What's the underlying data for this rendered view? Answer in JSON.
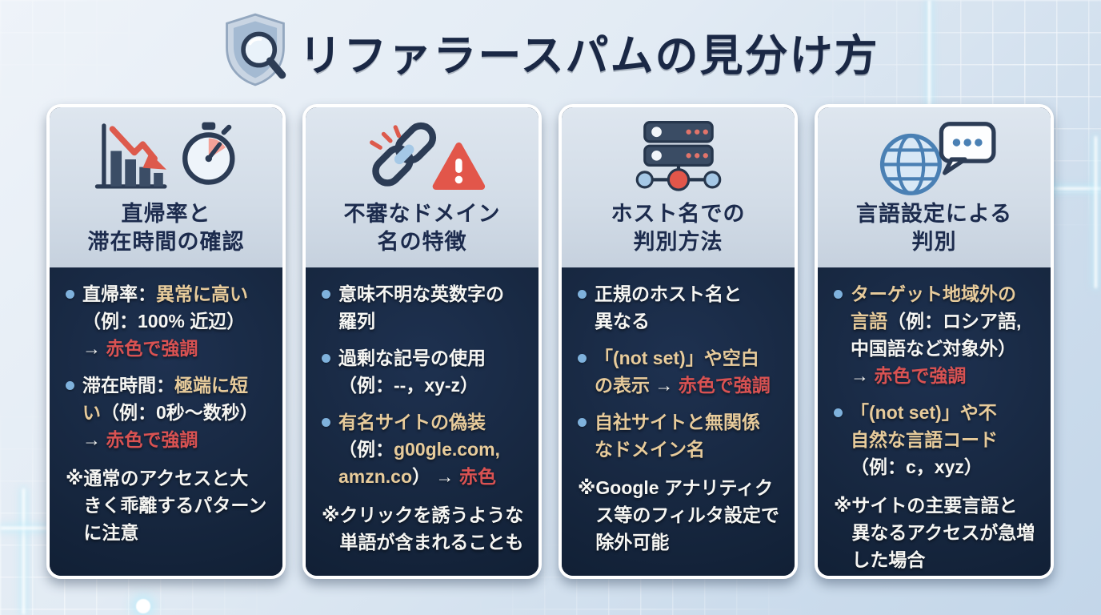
{
  "palette": {
    "page_bg_top": "#eef3f9",
    "page_bg_bottom": "#c3d6e9",
    "card_border": "#ffffff",
    "card_header_bg": "#d2dce7",
    "card_body_bg": "#16263e",
    "title_navy": "#1a2845",
    "text_white": "#f6f6f3",
    "text_gold": "#e7cb9b",
    "text_red": "#d95252",
    "bullet_dot_blue": "#7fb2dd",
    "icon_red": "#dd5a4c",
    "icon_navy": "#2c3c55",
    "icon_light_blue": "#a5c8e6"
  },
  "header": {
    "title": "リファラースパムの見分け方",
    "icon": "shield-magnifier-icon"
  },
  "cards": [
    {
      "id": "bounce-rate-and-duration",
      "icon": "declining-chart-stopwatch-icon",
      "title": "直帰率と\n滞在時間の確認",
      "bullets": [
        {
          "segments": [
            {
              "text": "直帰率：",
              "color": "white"
            },
            {
              "text": "異常に高い",
              "color": "gold"
            },
            {
              "text": "\n（例：100% 近辺）\n→ ",
              "color": "white"
            },
            {
              "text": "赤色で強調",
              "color": "red"
            }
          ]
        },
        {
          "segments": [
            {
              "text": "滞在時間：",
              "color": "white"
            },
            {
              "text": "極端に短\nい",
              "color": "gold"
            },
            {
              "text": "（例：0秒〜数秒）\n→ ",
              "color": "white"
            },
            {
              "text": "赤色で強調",
              "color": "red"
            }
          ]
        }
      ],
      "note": {
        "mark": "※",
        "text": "通常のアクセスと大\nきく乖離するパターン\nに注意"
      }
    },
    {
      "id": "suspicious-domain-names",
      "icon": "broken-link-warning-icon",
      "title": "不審なドメイン\n名の特徴",
      "bullets": [
        {
          "segments": [
            {
              "text": "意味不明な英数字の\n羅列",
              "color": "white"
            }
          ]
        },
        {
          "segments": [
            {
              "text": "過剰な記号の使用\n（例：--，xy-z）",
              "color": "white"
            }
          ]
        },
        {
          "segments": [
            {
              "text": "有名サイトの偽装\n",
              "color": "gold"
            },
            {
              "text": "（例：",
              "color": "white"
            },
            {
              "text": "g00gle.com,\namzn.co",
              "color": "gold"
            },
            {
              "text": "） → ",
              "color": "white"
            },
            {
              "text": "赤色",
              "color": "red"
            }
          ]
        }
      ],
      "note": {
        "mark": "※",
        "text": "クリックを誘うような\n単語が含まれることも"
      }
    },
    {
      "id": "hostname-check",
      "icon": "server-network-icon",
      "title": "ホスト名での\n判別方法",
      "bullets": [
        {
          "segments": [
            {
              "text": "正規のホスト名と\n異なる",
              "color": "white"
            }
          ]
        },
        {
          "segments": [
            {
              "text": "「(not set)」や空白\nの表示 ",
              "color": "gold"
            },
            {
              "text": "→ ",
              "color": "white"
            },
            {
              "text": "赤色で強調",
              "color": "red"
            }
          ]
        },
        {
          "segments": [
            {
              "text": "自社サイトと無関係\nなドメイン名",
              "color": "gold"
            }
          ]
        }
      ],
      "note": {
        "mark": "※",
        "text": "Google アナリティク\nス等のフィルタ設定で\n除外可能"
      }
    },
    {
      "id": "language-setting-check",
      "icon": "globe-chat-icon",
      "title": "言語設定による\n判別",
      "bullets": [
        {
          "segments": [
            {
              "text": "ターゲット地域外の\n言語",
              "color": "gold"
            },
            {
              "text": "（例：ロシア語,\n中国語など対象外）\n→ ",
              "color": "white"
            },
            {
              "text": "赤色で強調",
              "color": "red"
            }
          ]
        },
        {
          "segments": [
            {
              "text": "「(not set)」や不\n自然な言語コード\n",
              "color": "gold"
            },
            {
              "text": "（例：c，xyz）",
              "color": "white"
            }
          ]
        }
      ],
      "note": {
        "mark": "※",
        "text": "サイトの主要言語と\n異なるアクセスが急増\nした場合"
      }
    }
  ]
}
